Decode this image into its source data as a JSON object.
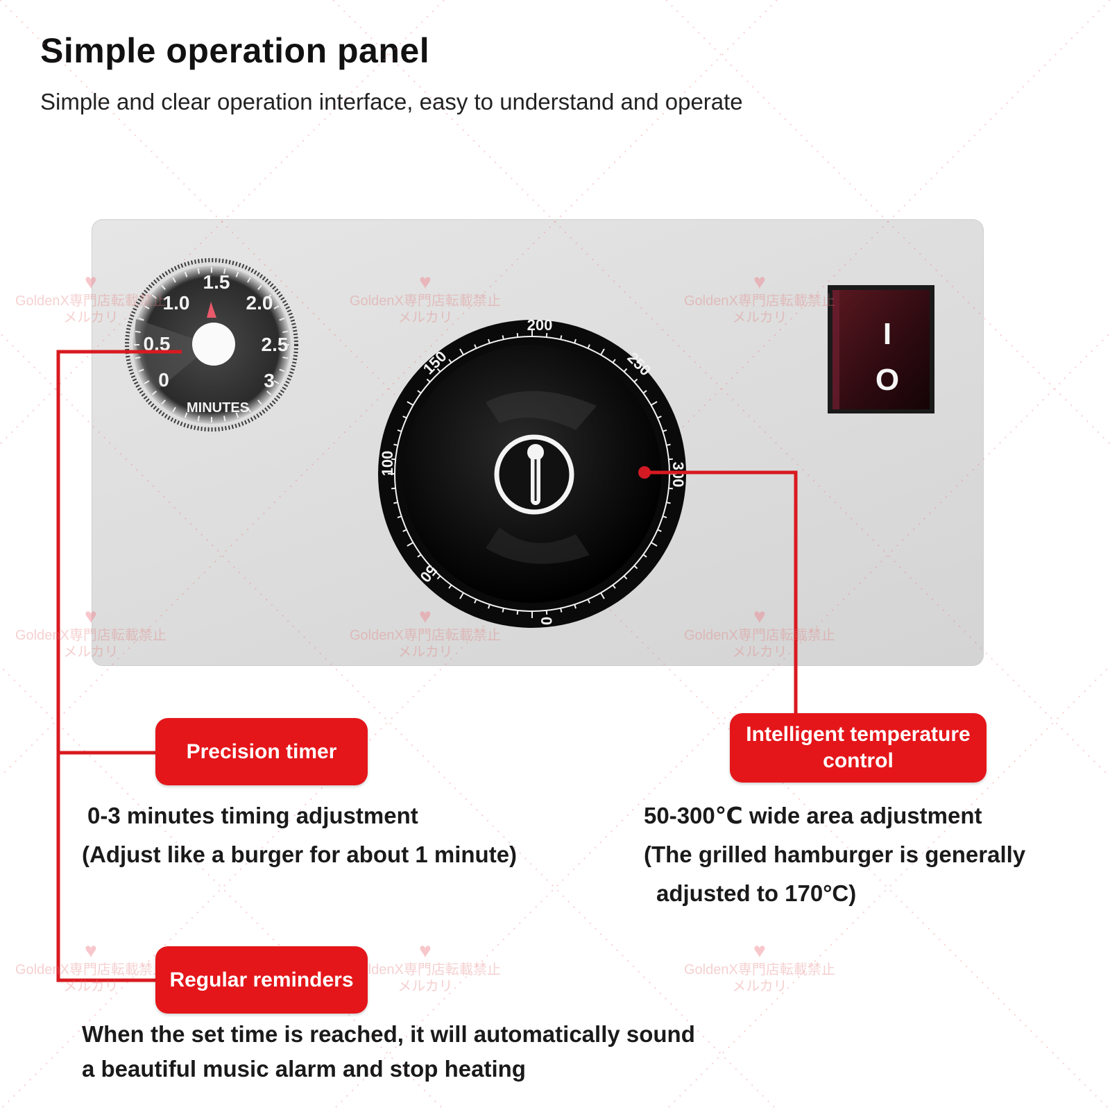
{
  "header": {
    "title": "Simple operation panel",
    "subtitle": "Simple and clear operation interface, easy to understand and operate"
  },
  "timer_dial": {
    "labels": [
      "0",
      "0.5",
      "1.0",
      "1.5",
      "2.0",
      "2.5",
      "3"
    ],
    "caption": "MINUTES"
  },
  "temp_dial": {
    "labels": [
      "0",
      "50",
      "100",
      "150",
      "200",
      "250",
      "300"
    ]
  },
  "power_switch": {
    "on_symbol": "I",
    "off_symbol": "O"
  },
  "callouts": {
    "timer": {
      "label": "Precision timer",
      "lines": [
        "0-3 minutes timing adjustment",
        "(Adjust like a burger for about 1 minute)"
      ]
    },
    "temperature": {
      "label": "Intelligent temperature control",
      "lines": [
        "50-300℃ wide area adjustment",
        "(The grilled hamburger is generally",
        "adjusted to 170°C)"
      ]
    },
    "reminders": {
      "label": "Regular reminders",
      "lines": [
        "When the set time is reached, it will automatically sound",
        "a beautiful music alarm and stop heating"
      ]
    }
  },
  "watermark": {
    "line1": "GoldenX専門店転載禁止",
    "line2": "メルカリ"
  },
  "colors": {
    "accent_red": "#e4161a",
    "panel_gray": "#dcdcdc",
    "dial_black": "#111111",
    "switch_red": "#3a0d12"
  }
}
